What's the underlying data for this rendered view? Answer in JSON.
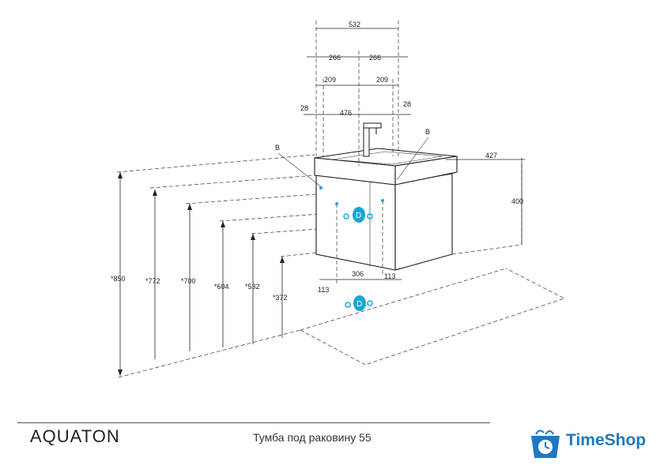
{
  "dimensions": {
    "overall_width": "532",
    "half_width_left": "266",
    "half_width_right": "266",
    "inner_left": "209",
    "inner_right": "209",
    "basin_inner": "476",
    "edge_left": "28",
    "edge_right": "28",
    "depth": "427",
    "cabinet_height": "400",
    "outlet_left": "113",
    "outlet_span": "306",
    "outlet_right": "113",
    "h_850": "*850",
    "h_772": "*772",
    "h_700": "*700",
    "h_604": "*604",
    "h_532": "*532",
    "h_372": "*372",
    "callout_left": "B",
    "callout_right": "B",
    "pipe_marker_upper": "D",
    "pipe_marker_lower": "D"
  },
  "colors": {
    "accent_cyan": "#1aa6d6",
    "shop_blue": "#1f78c1"
  },
  "footer": {
    "brand": "AQUATON",
    "caption": "Тумба под раковину 55",
    "shop_name": "TimeShop"
  },
  "icons": {
    "shop_logo": "clock-shopping-bag-icon"
  }
}
